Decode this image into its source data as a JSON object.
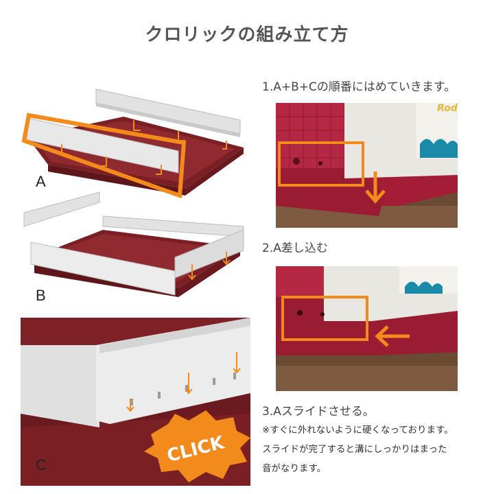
{
  "title": "クロリックの組み立て方",
  "diagram_labels": {
    "a": "A",
    "b": "B",
    "c": "C"
  },
  "steps": [
    {
      "text": "1.A+B+Cの順番にはめていきます。"
    },
    {
      "text": "2.A差し込む"
    },
    {
      "text": "3.Aスライドさせる。"
    }
  ],
  "notes": [
    "※すぐに外れないように硬くなっております。",
    "スライドが完了すると溝にしっかりはまった",
    "音がなります。"
  ],
  "click_badge": "CLICK",
  "photo_brand": "Rod",
  "colors": {
    "tray": "#7a1f24",
    "panel": "#e4e4e4",
    "accent": "#f28a1c"
  }
}
